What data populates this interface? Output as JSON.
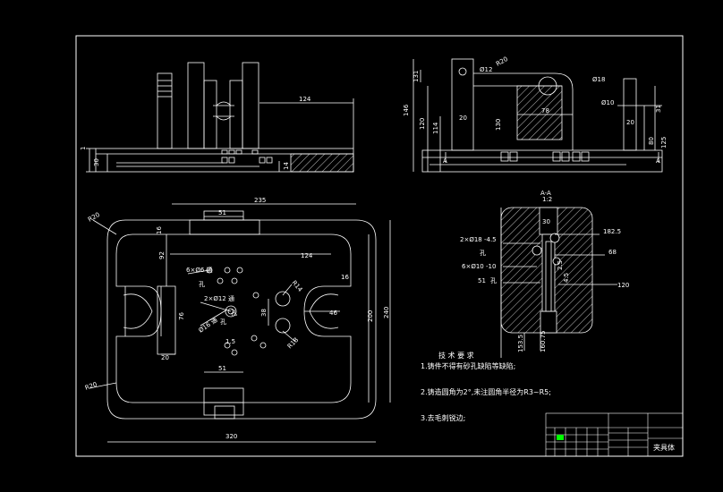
{
  "drawing": {
    "title_block": {
      "name": "夹具体"
    },
    "colors": {
      "background": "#000000",
      "line": "#ffffff",
      "accent_yellow": "#ffff00",
      "accent_green": "#00ff00",
      "hatch": "#bfbfbf"
    },
    "front_view": {
      "dims": {
        "d124": "124",
        "d30": "30",
        "d14": "14",
        "d1": "1"
      }
    },
    "side_view": {
      "dims": {
        "d146": "146",
        "d120": "120",
        "d114": "114",
        "d131": "131",
        "d20a": "20",
        "d130": "130",
        "d78": "78",
        "d20b": "20",
        "d80": "80",
        "d125": "125",
        "d31": "31",
        "phi12": "Ø12",
        "r20": "R20",
        "phi18": "Ø18",
        "phi10": "Ø10"
      },
      "section_mark_left": "A",
      "section_mark_right": "A"
    },
    "top_view": {
      "dims": {
        "d235": "235",
        "d51top": "51",
        "d16a": "16",
        "d92": "92",
        "d124": "124",
        "d16b": "16",
        "d200": "200",
        "d240": "240",
        "d76": "76",
        "d20": "20",
        "d46": "46",
        "d38": "38",
        "r20a": "R20",
        "r20b": "R20",
        "d320": "320",
        "d51bot": "51",
        "d1_5": "1.5",
        "r14": "R14",
        "r18": "R18"
      },
      "hole_notes": {
        "n1": "6×Ø6 通",
        "n1b": "孔",
        "n2": "2×Ø12 通",
        "n2b": "孔",
        "n3": "Ø16 通",
        "n3b": "孔"
      }
    },
    "section_view": {
      "label": "A-A",
      "scale": "1:2",
      "dims": {
        "d182_5": "182.5",
        "d30": "30",
        "d68": "68",
        "d120": "120",
        "d153_5": "153.5",
        "d160_75": "160.75",
        "d2_5": "2.5",
        "d4_5": "4.5"
      },
      "notes": {
        "n1": "2×Ø18 -4.5",
        "n1b": "孔",
        "n2": "6×Ø10 -10",
        "n3": "51",
        "n3b": "孔"
      }
    },
    "tech_requirements": {
      "heading": "技 术 要 求",
      "items": [
        "1.铸件不得有砂孔缺陷等缺陷;",
        "2.铸造圆角为2°,未注圆角半径为R3~R5;",
        "3.去毛刺锐边;"
      ]
    }
  }
}
